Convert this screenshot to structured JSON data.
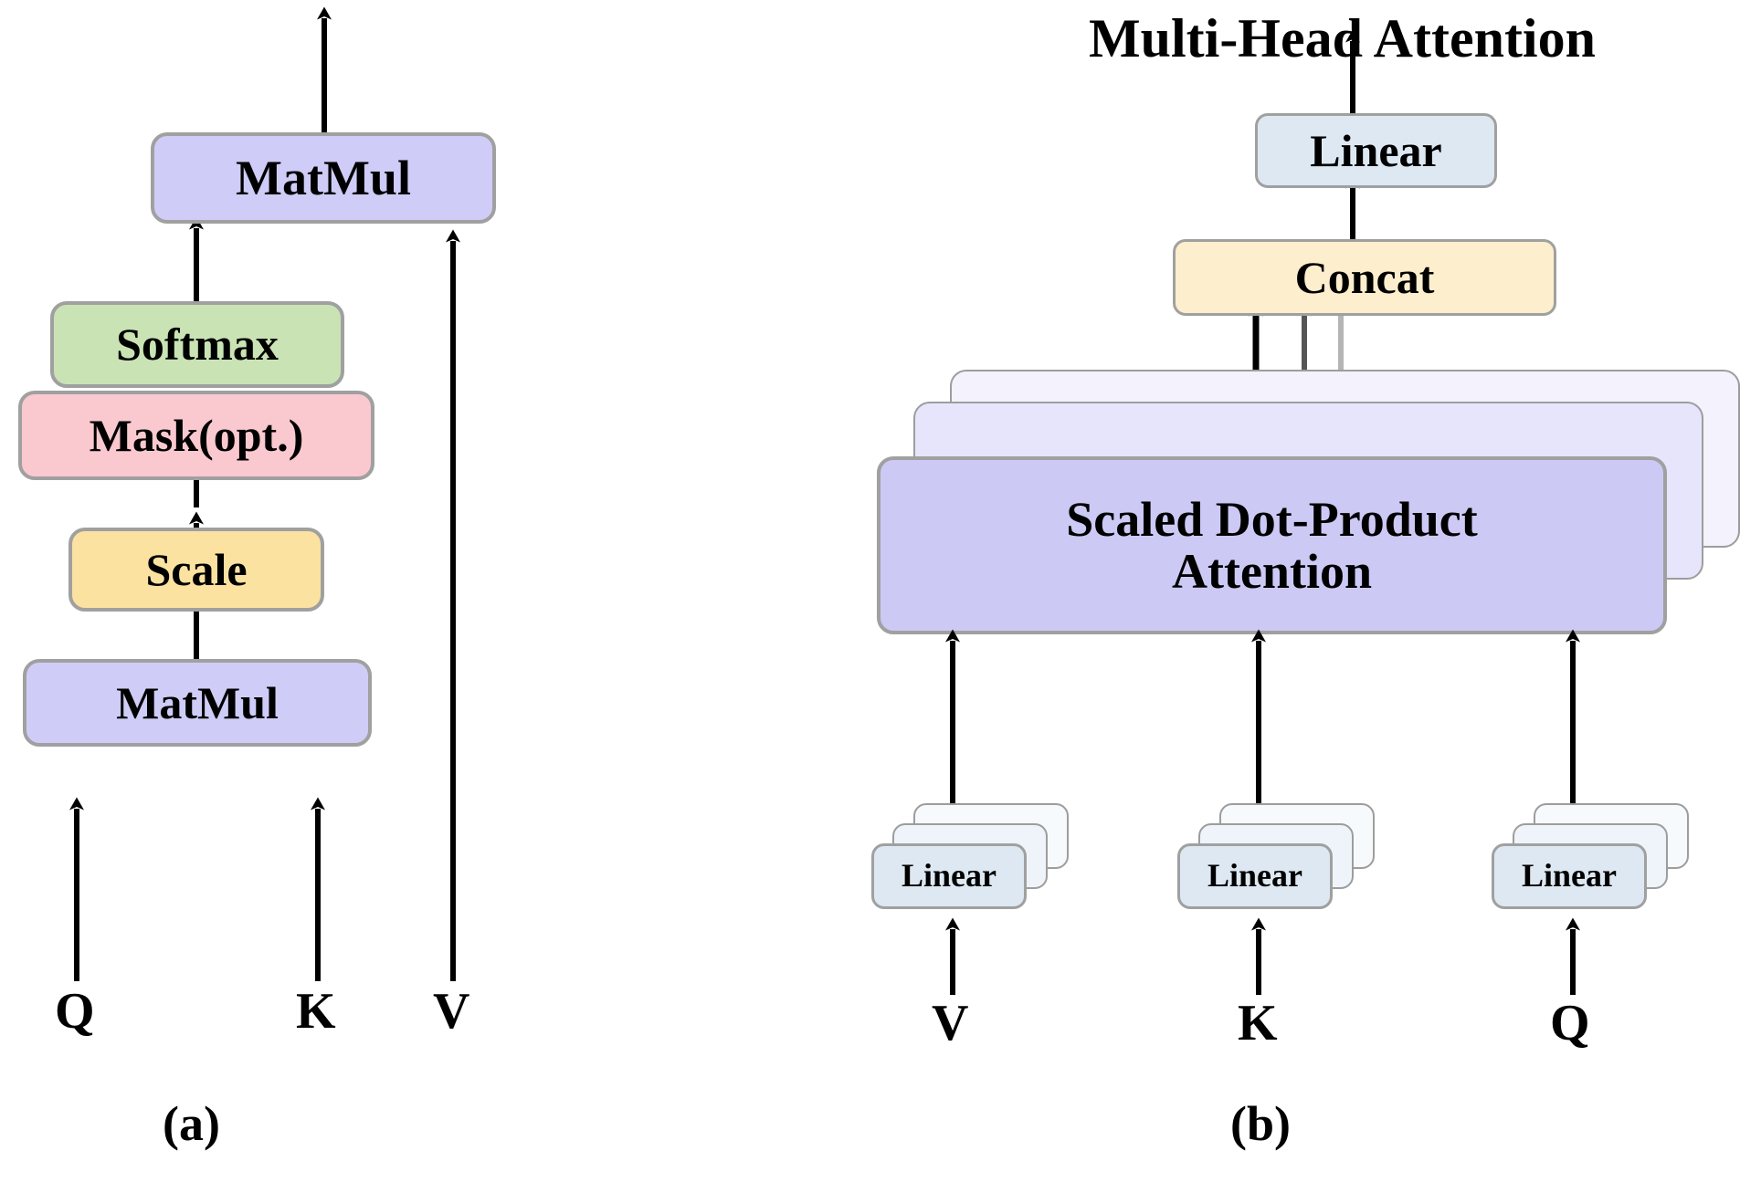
{
  "figure": {
    "panel_a_caption": "(a)",
    "panel_b_caption": "(b)",
    "panel_b_title": "Multi-Head Attention"
  },
  "colors": {
    "matmul": "#cfcdf7",
    "softmax": "#c9e3b4",
    "mask": "#fac9cf",
    "scale": "#fbe2a0",
    "linear": "#dde8f2",
    "concat": "#fdeecd",
    "sdpa": "#ccc9f5",
    "sdpa_ghost_mid": "#e7e5fb",
    "sdpa_ghost_back": "#f3f2fd",
    "linear_ghost_mid": "#eef4f9",
    "linear_ghost_back": "#f7fafc",
    "stroke": "#a0a0a0",
    "arrow_black": "#000000",
    "arrow_gray_dark": "#555555",
    "arrow_gray_light": "#b5b5b5"
  },
  "panel_a": {
    "nodes": [
      {
        "id": "matmul-top",
        "label": "MatMul"
      },
      {
        "id": "softmax",
        "label": "Softmax"
      },
      {
        "id": "mask",
        "label": "Mask(opt.)"
      },
      {
        "id": "scale",
        "label": "Scale"
      },
      {
        "id": "matmul-bot",
        "label": "MatMul"
      }
    ],
    "inputs": [
      {
        "id": "input-q",
        "label": "Q"
      },
      {
        "id": "input-k",
        "label": "K"
      },
      {
        "id": "input-v",
        "label": "V"
      }
    ]
  },
  "panel_b": {
    "nodes": [
      {
        "id": "linear-out",
        "label": "Linear"
      },
      {
        "id": "concat",
        "label": "Concat"
      },
      {
        "id": "sdpa",
        "label": "Scaled Dot-Product\nAttention",
        "line1": "Scaled Dot-Product",
        "line2": "Attention"
      }
    ],
    "linear_stacks": [
      {
        "id": "linear-v",
        "label": "Linear"
      },
      {
        "id": "linear-k",
        "label": "Linear"
      },
      {
        "id": "linear-q",
        "label": "Linear"
      }
    ],
    "inputs": [
      {
        "id": "input-v",
        "label": "V"
      },
      {
        "id": "input-k",
        "label": "K"
      },
      {
        "id": "input-q",
        "label": "Q"
      }
    ]
  }
}
